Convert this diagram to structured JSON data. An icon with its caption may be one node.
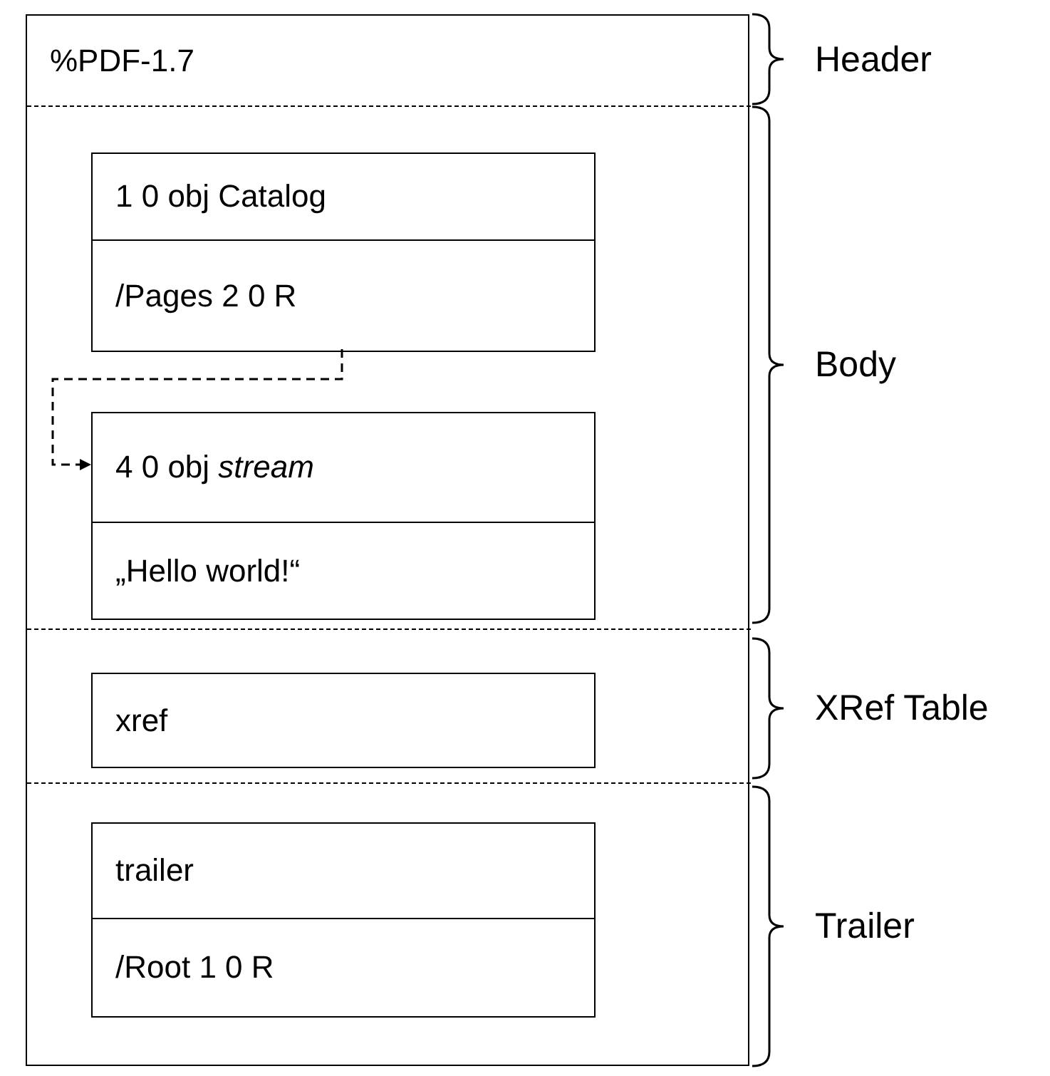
{
  "diagram": {
    "nodes": [
      {
        "text": [],
        "shape": "box"
      },
      {
        "text": [
          "%PDF-1.7"
        ],
        "in": 0
      },
      {
        "text": [],
        "shape": "box",
        "in": 0
      },
      {
        "text": [
          "1 0 obj Catalog"
        ],
        "in": 2
      },
      {
        "text": [
          "/Pages 2 0 R"
        ],
        "in": 2
      },
      {
        "text": [
          "4 0 obj *stream*"
        ],
        "in": 2
      },
      {
        "text": [
          "„Hello world!“"
        ],
        "in": 2
      },
      {
        "text": [],
        "shape": "box",
        "in": 0
      },
      {
        "text": [
          "xref"
        ],
        "in": 7
      },
      {
        "text": [],
        "shape": "box",
        "in": 0
      },
      {
        "text": [
          "trailer"
        ],
        "in": 9
      },
      {
        "text": [
          "/Root 1 0 R"
        ],
        "in": 9
      }
    ],
    "edges": [
      {
        "from": 4,
        "to": 5,
        "arrow": "to",
        "style": "dashed"
      }
    ],
    "labels": [
      "Header",
      "Body",
      "XRef Table",
      "Trailer"
    ]
  }
}
